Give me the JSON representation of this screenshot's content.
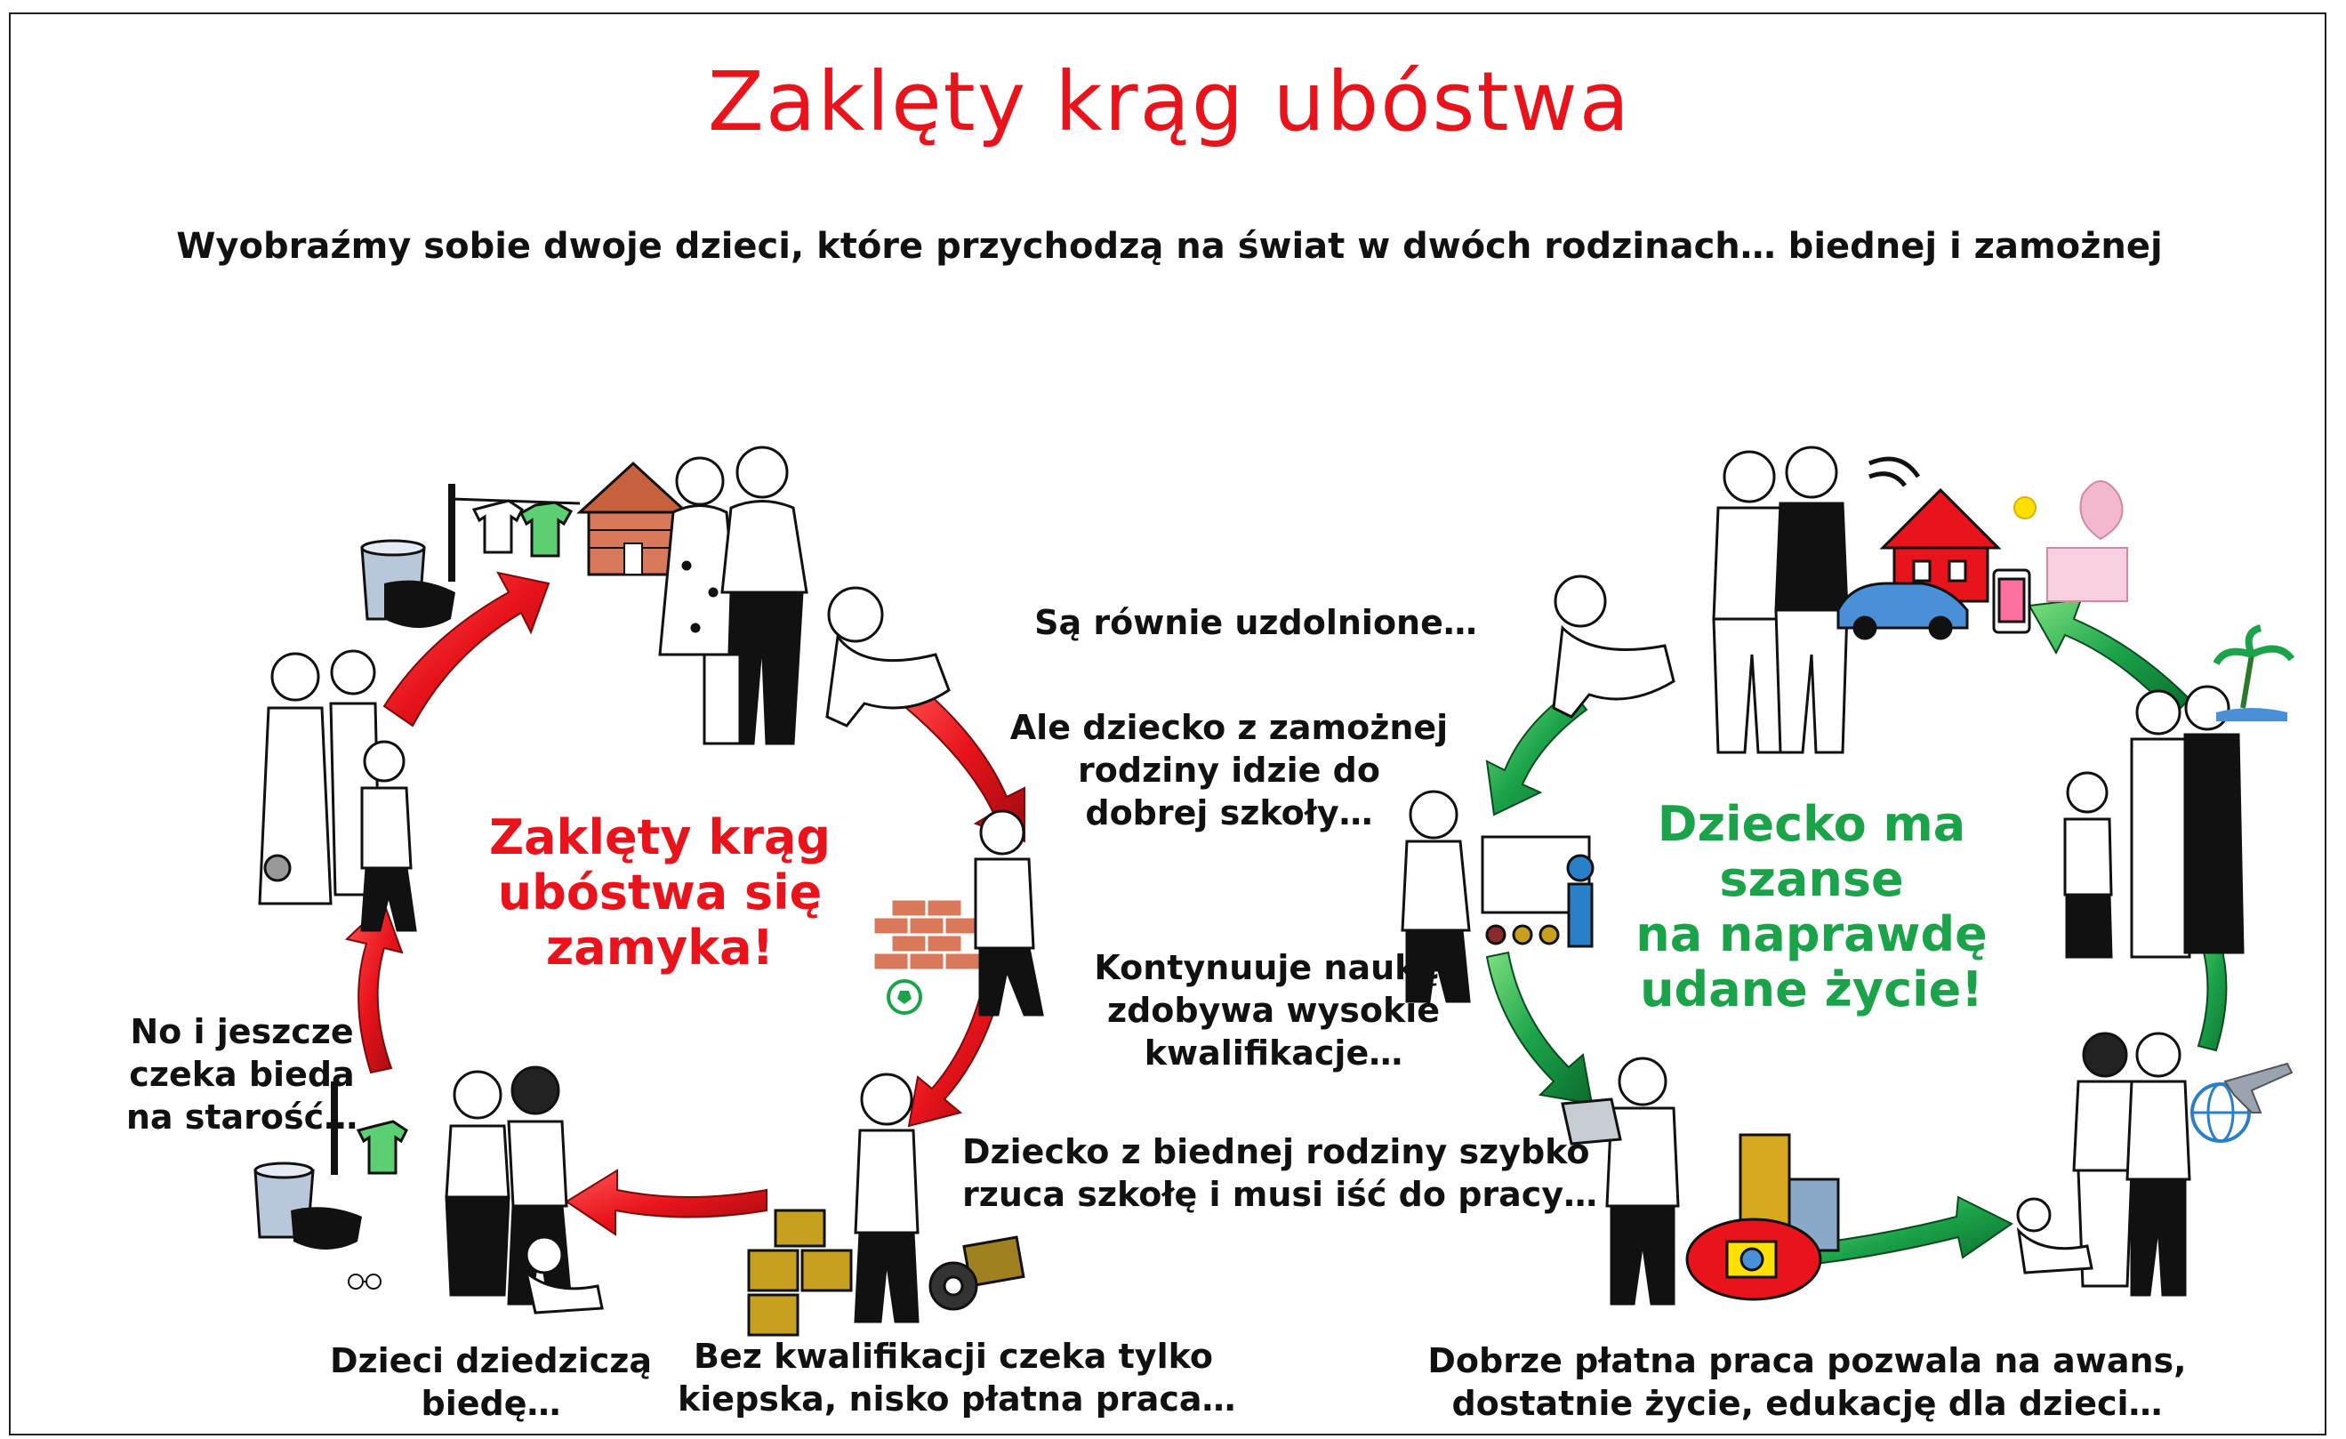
{
  "title": "Zaklęty krąg ubóstwa",
  "subtitle": "Wyobraźmy sobie dwoje dzieci, które przychodzą na świat w dwóch rodzinach… biednej i zamożnej",
  "left_cycle": {
    "center_lines": [
      "Zaklęty krąg",
      "ubóstwa się",
      "zamyka!"
    ],
    "arrow_color": "#e8131b",
    "steps": {
      "dropout": [
        "Dziecko z biednej rodziny szybko",
        "rzuca szkołę i musi iść do pracy…"
      ],
      "low_pay": [
        "Bez kwalifikacji czeka tylko",
        "kiepska, nisko płatna praca…"
      ],
      "inherit": [
        "Dzieci dziedziczą",
        "biedę…"
      ],
      "old_age": [
        "No i jeszcze",
        "czeka bieda",
        "na starość…"
      ]
    }
  },
  "middle_captions": {
    "equal": "Są równie uzdolnione…",
    "good_school": [
      "Ale dziecko z zamożnej",
      "rodziny idzie do",
      "dobrej szkoły…"
    ],
    "continues": [
      "Kontynuuje naukę,",
      "zdobywa wysokie",
      "kwalifikacje…"
    ]
  },
  "right_cycle": {
    "center_lines": [
      "Dziecko ma",
      "szanse",
      "na naprawdę",
      "udane życie!"
    ],
    "arrow_color": "#1ba34a",
    "steps": {
      "good_job": [
        "Dobrze płatna praca pozwala na awans,",
        "dostatnie życie, edukację dla dzieci…"
      ]
    }
  },
  "icons": [
    "laundry-line-icon",
    "log-cabin-icon",
    "bucket-icon",
    "brick-wall-icon",
    "soccer-ball-icon",
    "boxes-icon",
    "hand-truck-icon",
    "glasses-icon",
    "whiteboard-teacher-icon",
    "laptop-icon",
    "office-building-icon",
    "conference-table-icon",
    "globe-plane-icon",
    "palm-island-icon",
    "red-house-icon",
    "sun-icon",
    "car-icon",
    "phone-cart-icon",
    "wifi-icon",
    "trees-icon"
  ]
}
